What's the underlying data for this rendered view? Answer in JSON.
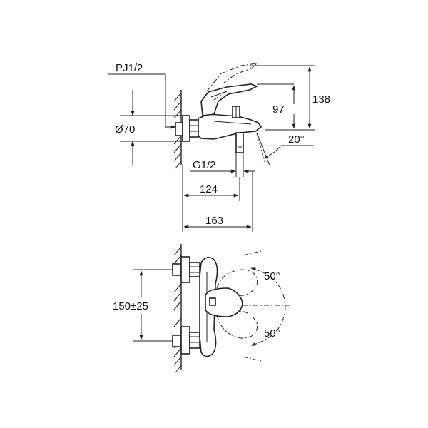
{
  "side_view": {
    "labels": {
      "thread_pj": "PJ1/2",
      "diameter": "Ø70",
      "outlet_thread": "G1/2",
      "angle": "20°",
      "height_97": "97",
      "height_138": "138",
      "depth_124": "124",
      "depth_163": "163"
    }
  },
  "front_view": {
    "labels": {
      "center_distance": "150±25",
      "angle_top": "50°",
      "angle_bottom": "50°"
    }
  }
}
